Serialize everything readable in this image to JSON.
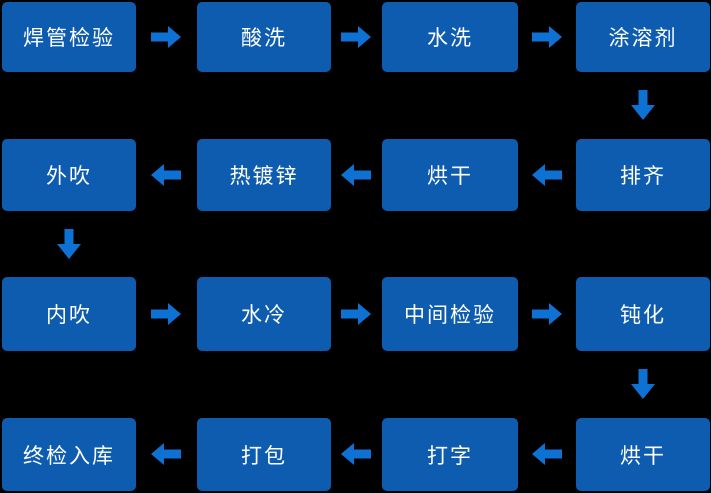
{
  "diagram": {
    "type": "flowchart",
    "flow": {
      "rows": [
        {
          "direction": "right",
          "nodes": [
            "焊管检验",
            "酸洗",
            "水洗",
            "涂溶剂"
          ]
        },
        {
          "direction": "left",
          "nodes": [
            "外吹",
            "热镀锌",
            "烘干",
            "排齐"
          ]
        },
        {
          "direction": "right",
          "nodes": [
            "内吹",
            "水冷",
            "中间检验",
            "钝化"
          ]
        },
        {
          "direction": "left",
          "nodes": [
            "终检入库",
            "打包",
            "打字",
            "烘干"
          ]
        }
      ],
      "sequence": [
        "焊管检验",
        "酸洗",
        "水洗",
        "涂溶剂",
        "排齐",
        "烘干",
        "热镀锌",
        "外吹",
        "内吹",
        "水冷",
        "中间检验",
        "钝化",
        "烘干",
        "打字",
        "打包",
        "终检入库"
      ],
      "down_connectors": [
        {
          "from": "涂溶剂",
          "to": "排齐"
        },
        {
          "from": "外吹",
          "to": "内吹"
        },
        {
          "from": "钝化",
          "to": "烘干"
        }
      ]
    }
  },
  "colors": {
    "background": "#000000",
    "box": "#0d5caf",
    "arrow": "#0e72d4",
    "text": "#ffffff"
  }
}
